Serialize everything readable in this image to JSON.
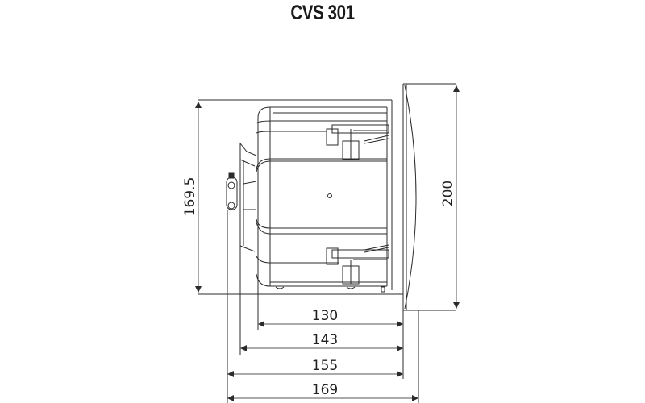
{
  "title": "CVS 301",
  "drawing": {
    "view": "side",
    "line_color": "#2b2b2b",
    "dimensions": {
      "height_body": "169.5",
      "height_total": "200",
      "depth_1": "130",
      "depth_2": "143",
      "depth_3": "155",
      "depth_4": "169"
    }
  }
}
